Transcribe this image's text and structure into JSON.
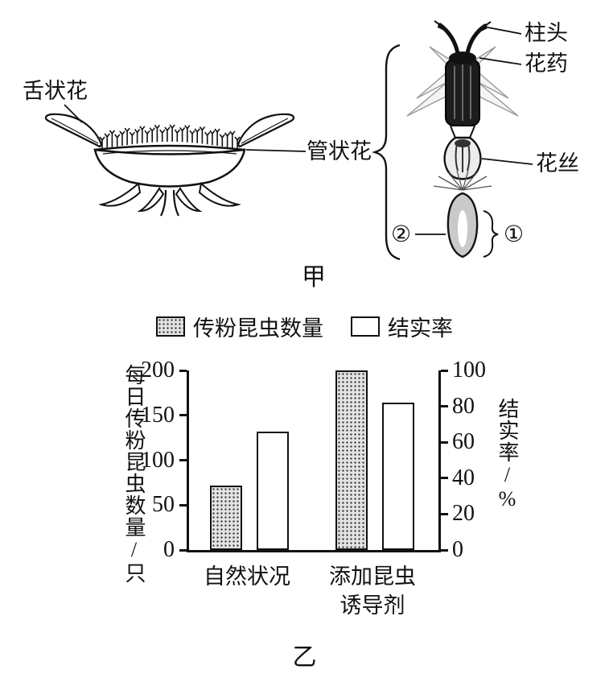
{
  "figure": {
    "caption_top": "甲",
    "caption_bottom": "乙"
  },
  "diagram": {
    "labels": {
      "ray_floret": "舌状花",
      "tubular_floret": "管状花",
      "stigma": "柱头",
      "anther": "花药",
      "filament": "花丝",
      "mark_2": "②",
      "mark_1": "①"
    }
  },
  "chart_data": {
    "type": "bar",
    "title": "",
    "categories": [
      "自然状况",
      "添加昆虫诱导剂"
    ],
    "series": [
      {
        "name": "传粉昆虫数量",
        "axis": "left",
        "values": [
          72,
          200
        ],
        "fill": "stippled-gray"
      },
      {
        "name": "结实率",
        "axis": "right",
        "values": [
          66,
          82
        ],
        "fill": "white"
      }
    ],
    "left_axis": {
      "label": "每日传粉昆虫数量/只",
      "min": 0,
      "max": 200,
      "ticks": [
        0,
        50,
        100,
        150,
        200
      ]
    },
    "right_axis": {
      "label": "结实率/%",
      "min": 0,
      "max": 100,
      "ticks": [
        0,
        20,
        40,
        60,
        80,
        100
      ]
    },
    "legend_position": "top",
    "grid": false
  },
  "colors": {
    "ink": "#111111",
    "stipple_bg": "#e3e3e3",
    "stipple_dot": "#3a3a3a"
  }
}
